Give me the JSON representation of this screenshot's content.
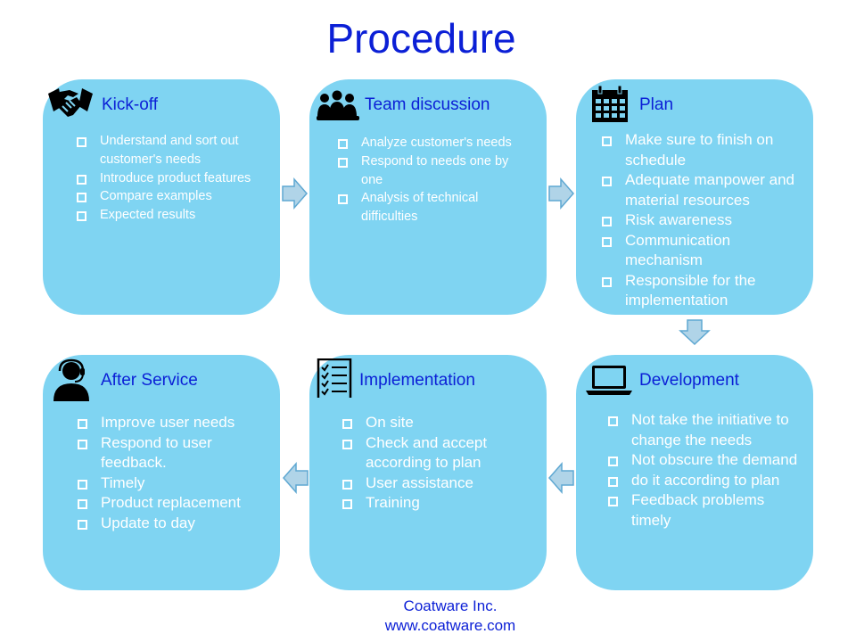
{
  "title": "Procedure",
  "colors": {
    "card": "#7fd4f2",
    "title": "#0b1fd6",
    "arrow_fill": "#b0d4e8",
    "arrow_stroke": "#5fa8d2"
  },
  "steps": [
    {
      "title": "Kick-off",
      "icon": "handshake-icon",
      "items": [
        "Understand  and sort out customer's  needs",
        "Introduce product features",
        "Compare examples",
        "Expected  results"
      ]
    },
    {
      "title": "Team discussion",
      "icon": "team-icon",
      "items": [
        "Analyze customer's needs",
        "Respond  to needs one by one",
        "Analysis of technical difficulties"
      ]
    },
    {
      "title": "Plan",
      "icon": "calendar-icon",
      "items": [
        "Make sure to finish on schedule",
        "Adequate manpower and material resources",
        "Risk awareness",
        "Communication mechanism",
        "Responsible for the implementation"
      ]
    },
    {
      "title": "Development",
      "icon": "laptop-icon",
      "items": [
        "Not take the initiative to change the needs",
        "Not obscure the demand",
        "do it according to plan",
        "Feedback problems timely"
      ]
    },
    {
      "title": "Implementation",
      "icon": "checklist-icon",
      "items": [
        "On site",
        "Check and accept according to plan",
        "User assistance",
        "Training"
      ]
    },
    {
      "title": "After Service",
      "icon": "support-agent-icon",
      "items": [
        "Improve user needs",
        "Respond to user feedback.",
        "Timely",
        "Product replacement",
        "Update to day"
      ]
    }
  ],
  "footer": {
    "company": "Coatware Inc.",
    "website": "www.coatware.com"
  }
}
